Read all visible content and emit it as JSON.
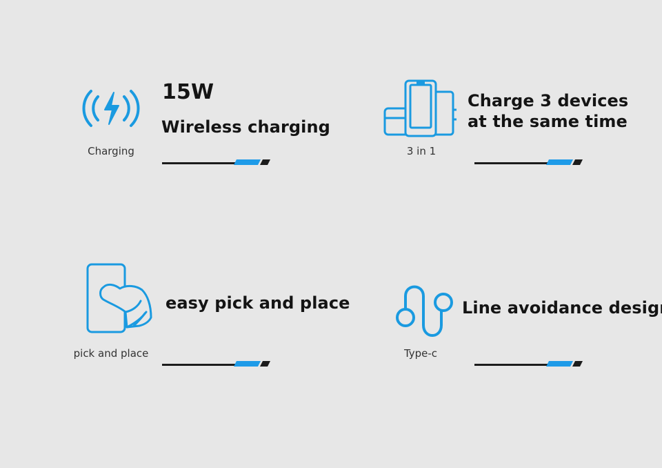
{
  "colors": {
    "background": "#e7e7e7",
    "icon_blue": "#1a9ae0",
    "accent_blue": "#1e9be8",
    "text_dark": "#141414",
    "line_dark": "#1c1c1c"
  },
  "features": [
    {
      "icon": "wireless-charging-icon",
      "caption": "Charging",
      "headline_line1": "15W",
      "headline_line2": "Wireless charging"
    },
    {
      "icon": "three-in-one-icon",
      "caption": "3 in 1",
      "headline_line1": "Charge 3 devices",
      "headline_line2": "at the same time"
    },
    {
      "icon": "hand-phone-icon",
      "caption": "pick and place",
      "headline_line1": "easy pick and place"
    },
    {
      "icon": "type-c-cable-icon",
      "caption": "Type-c",
      "headline_line1": "Line avoidance design"
    }
  ]
}
